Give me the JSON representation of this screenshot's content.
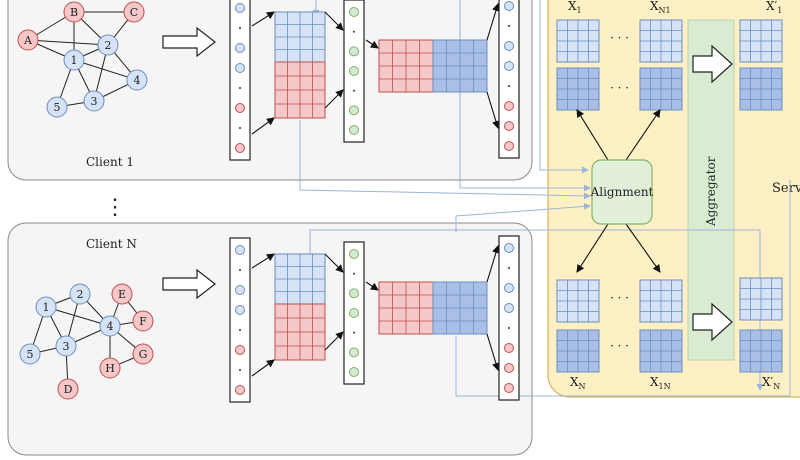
{
  "clients": [
    {
      "label": "Client 1",
      "graph": {
        "nodes": [
          {
            "id": "A",
            "color": "red"
          },
          {
            "id": "B",
            "color": "red"
          },
          {
            "id": "C",
            "color": "red"
          },
          {
            "id": "1",
            "color": "blue"
          },
          {
            "id": "2",
            "color": "blue"
          },
          {
            "id": "3",
            "color": "blue"
          },
          {
            "id": "4",
            "color": "blue"
          },
          {
            "id": "5",
            "color": "blue"
          }
        ],
        "edges": [
          [
            "A",
            "B"
          ],
          [
            "A",
            "1"
          ],
          [
            "A",
            "2"
          ],
          [
            "B",
            "1"
          ],
          [
            "B",
            "2"
          ],
          [
            "B",
            "C"
          ],
          [
            "C",
            "2"
          ],
          [
            "1",
            "2"
          ],
          [
            "1",
            "3"
          ],
          [
            "1",
            "4"
          ],
          [
            "1",
            "5"
          ],
          [
            "2",
            "3"
          ],
          [
            "2",
            "4"
          ],
          [
            "3",
            "5"
          ],
          [
            "3",
            "4"
          ]
        ]
      }
    },
    {
      "label": "Client N",
      "graph": {
        "nodes": [
          {
            "id": "1",
            "color": "blue"
          },
          {
            "id": "2",
            "color": "blue"
          },
          {
            "id": "3",
            "color": "blue"
          },
          {
            "id": "4",
            "color": "blue"
          },
          {
            "id": "5",
            "color": "blue"
          },
          {
            "id": "D",
            "color": "red"
          },
          {
            "id": "E",
            "color": "red"
          },
          {
            "id": "F",
            "color": "red"
          },
          {
            "id": "G",
            "color": "red"
          },
          {
            "id": "H",
            "color": "red"
          }
        ],
        "edges": [
          [
            "1",
            "2"
          ],
          [
            "1",
            "3"
          ],
          [
            "1",
            "4"
          ],
          [
            "2",
            "3"
          ],
          [
            "2",
            "4"
          ],
          [
            "3",
            "4"
          ],
          [
            "3",
            "5"
          ],
          [
            "1",
            "5"
          ],
          [
            "3",
            "D"
          ],
          [
            "4",
            "E"
          ],
          [
            "4",
            "F"
          ],
          [
            "4",
            "G"
          ],
          [
            "4",
            "H"
          ],
          [
            "E",
            "F"
          ],
          [
            "H",
            "G"
          ]
        ]
      }
    }
  ],
  "ellipsis": "⋮",
  "server": {
    "label": "Server",
    "alignment_label": "Alignment",
    "aggregator_label": "Aggregator",
    "matrix_labels": {
      "x1": "X",
      "x1_sub": "1",
      "xn1": "X",
      "xn1_sub": "N1",
      "x1p": "X′",
      "x1p_sub": "1",
      "xn": "X",
      "xn_sub": "N",
      "x1n": "X",
      "x1n_sub": "1N",
      "xnp": "X′",
      "xnp_sub": "N"
    },
    "dots": "· · ·"
  },
  "colors": {
    "red_fill": "#f4c7c9",
    "red_stroke": "#c0504d",
    "blue_fill": "#d6e2f5",
    "blue_stroke": "#6c8ebf",
    "blue_dark": "#a9bfe6",
    "green_fill": "#d5e8d4",
    "green_stroke": "#82b366",
    "client_bg": "#f5f5f5",
    "server_bg": "#fdf0c4",
    "server_stroke": "#d6b656",
    "connector": "#9fb4d9"
  }
}
